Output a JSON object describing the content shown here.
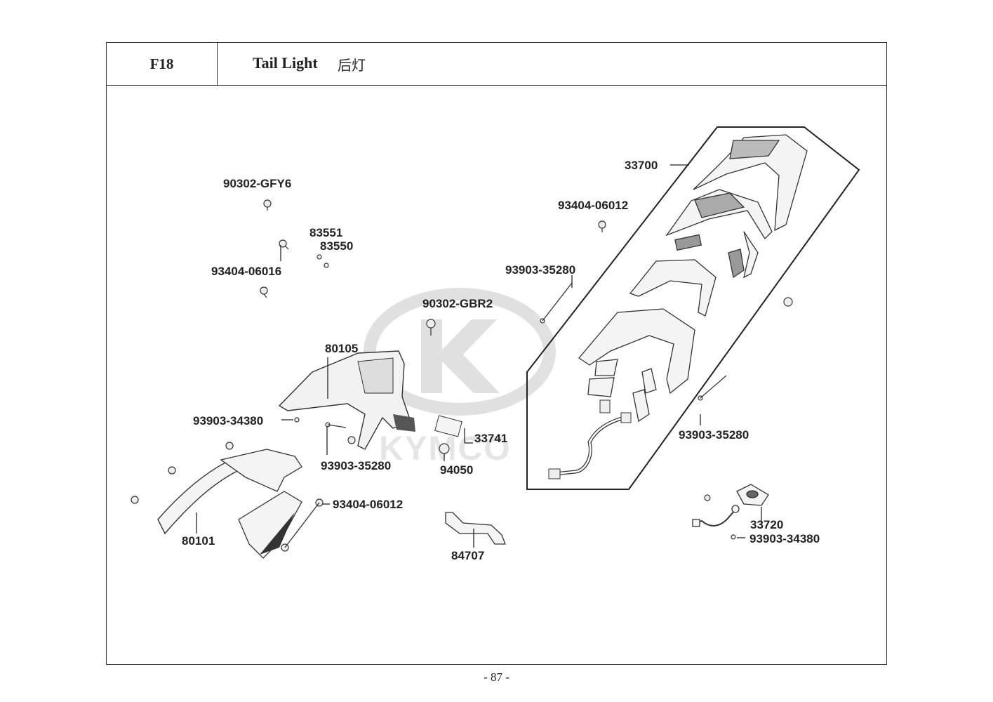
{
  "header": {
    "code": "F18",
    "title": "Tail Light",
    "title_zh": "后灯"
  },
  "page_number": "- 87 -",
  "watermark": {
    "text": "KYMCO"
  },
  "parts": [
    "90302-GFY6",
    "83551",
    "83550",
    "93404-06016",
    "93404-06012",
    "33700",
    "93903-35280",
    "90302-GBR2",
    "80105",
    "93903-34380",
    "93903-35280",
    "33741",
    "94050",
    "93903-35280",
    "93404-06012",
    "80101",
    "84707",
    "33720",
    "93903-34380"
  ]
}
